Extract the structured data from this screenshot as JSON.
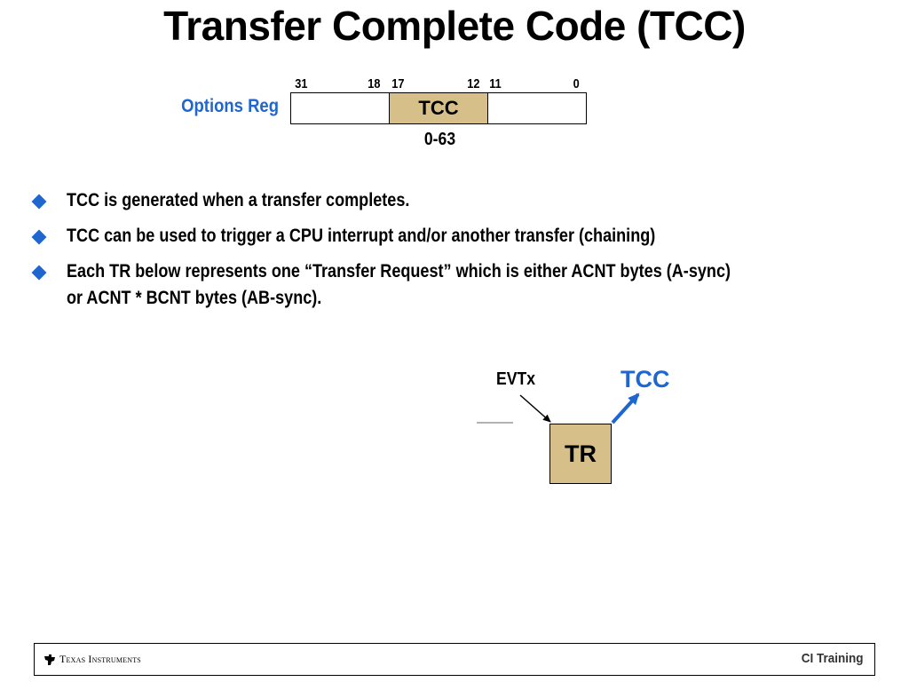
{
  "title": "Transfer Complete Code (TCC)",
  "register": {
    "label": "Options Reg",
    "bit_numbers": [
      "31",
      "18",
      "17",
      "12",
      "11",
      "0"
    ],
    "field_name": "TCC",
    "field_range": "0-63",
    "field_color": "#d6bf88"
  },
  "bullets": [
    {
      "lines": [
        "TCC is generated when a transfer completes."
      ]
    },
    {
      "lines": [
        "TCC can be used to trigger a CPU interrupt and/or another transfer (chaining)"
      ]
    },
    {
      "lines": [
        "Each TR below represents one “Transfer Request” which is either ACNT bytes (A-sync)",
        "or ACNT * BCNT bytes (AB-sync)."
      ]
    }
  ],
  "diagram": {
    "event_label": "EVTx",
    "tcc_label": "TCC",
    "tr_label": "TR"
  },
  "footer": {
    "company": "Texas Instruments",
    "right_text": "CI Training"
  },
  "colors": {
    "accent_blue": "#1f66d1",
    "tan": "#d6bf88"
  }
}
